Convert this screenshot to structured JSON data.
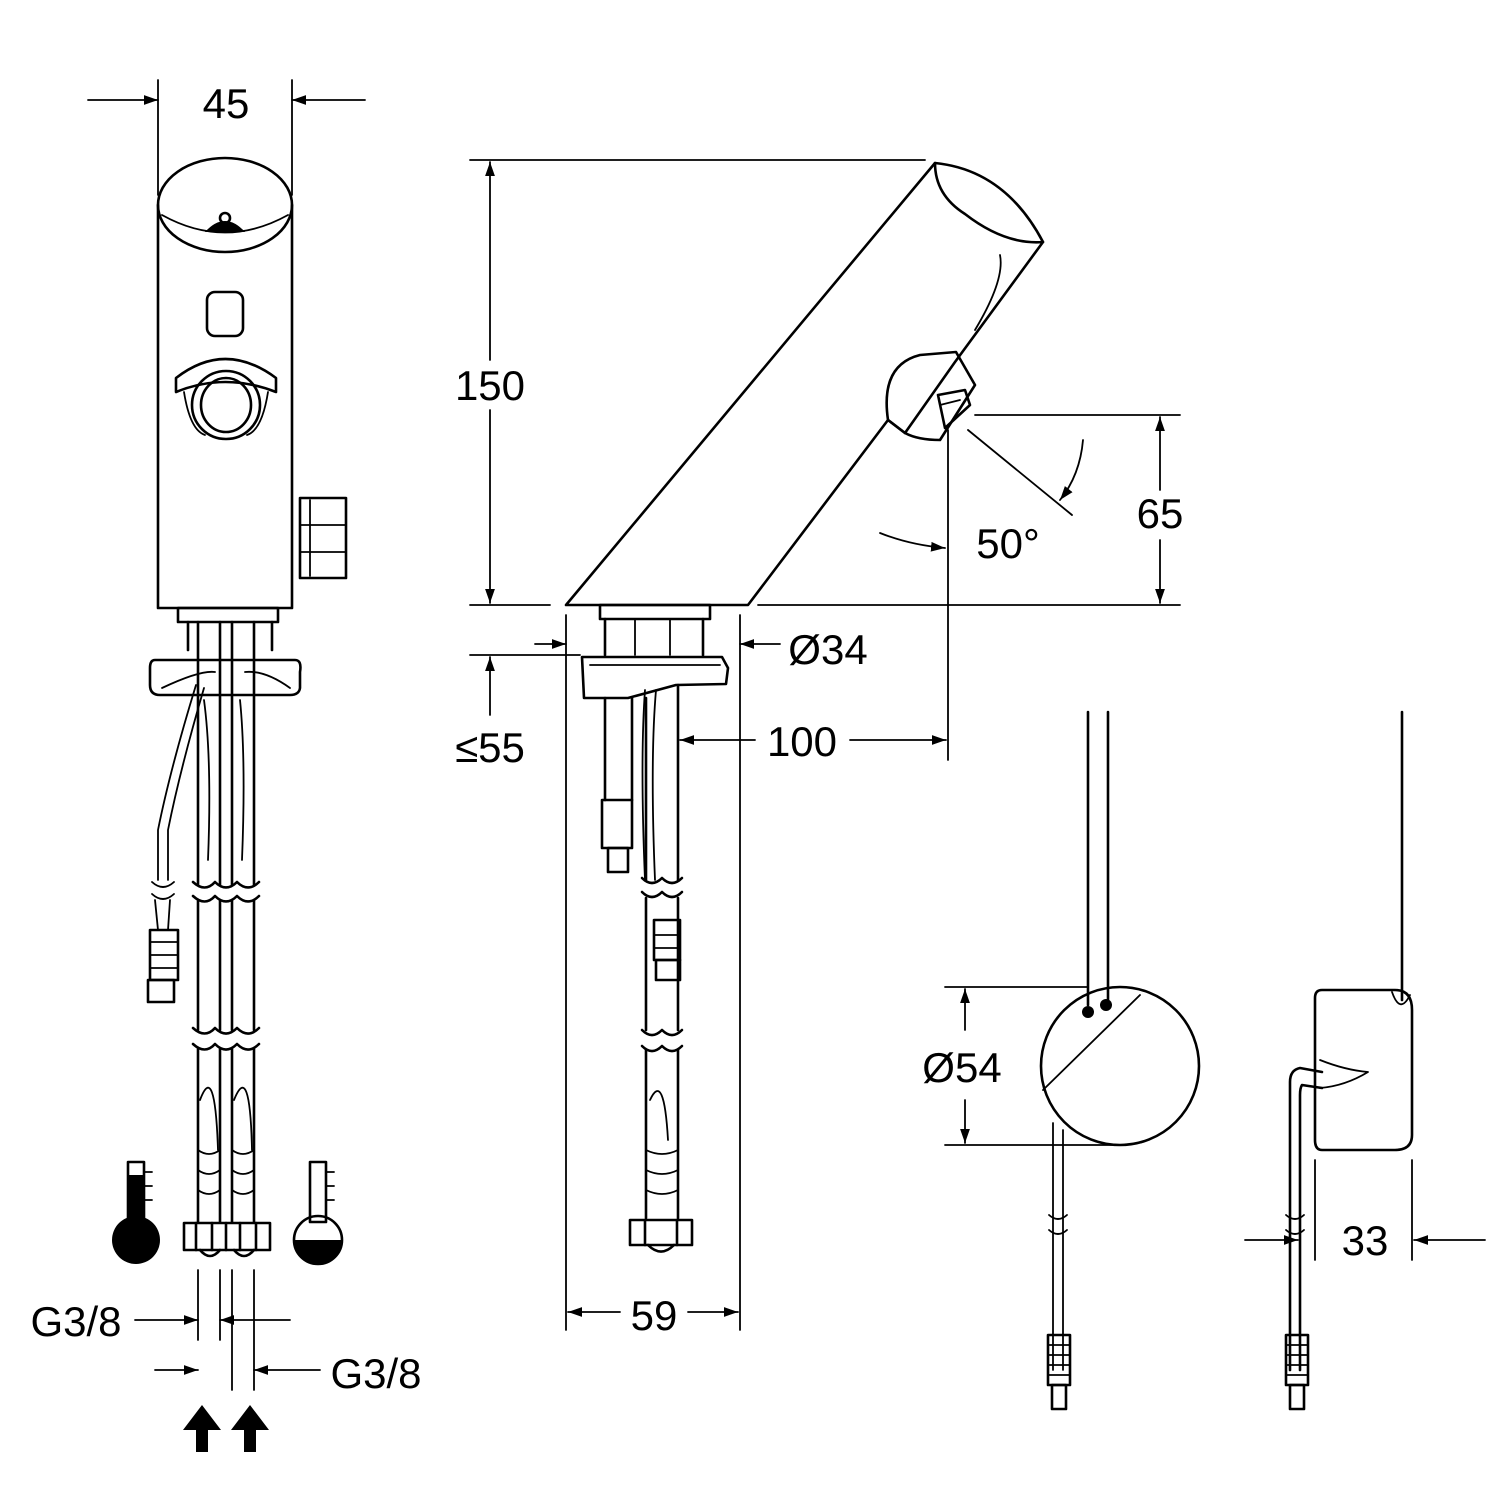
{
  "colors": {
    "line": "#000000",
    "background": "#ffffff"
  },
  "icons": {
    "hot": "thermometer-hot-icon",
    "cold": "thermometer-cold-icon",
    "flow": "flow-arrow-icon"
  },
  "dimensions": {
    "width_front": "45",
    "height": "150",
    "sensor_height": "65",
    "angle": "50°",
    "diameter_base": "Ø34",
    "counter_thickness": "≤55",
    "reach": "100",
    "base_width": "59",
    "thread_left": "G3/8",
    "thread_right": "G3/8",
    "battery_diameter": "Ø54",
    "battery_depth": "33"
  }
}
